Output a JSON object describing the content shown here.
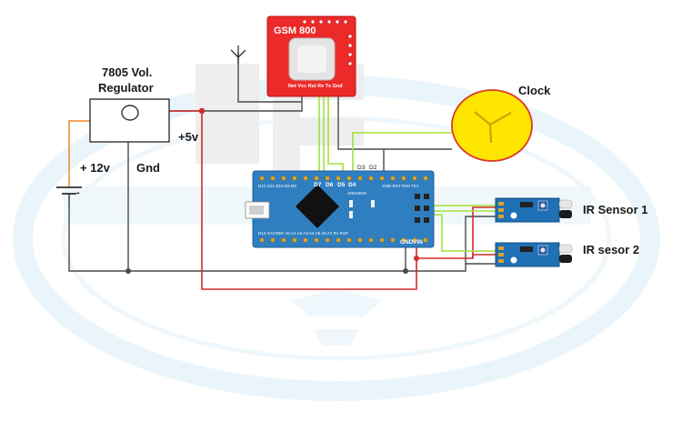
{
  "regulator": {
    "line1": "7805 Vol.",
    "line2": "Regulator",
    "out_label": "+5v"
  },
  "battery": {
    "voltage_label": "+ 12v",
    "gnd_label": "Gnd",
    "minus_label": "-"
  },
  "gsm": {
    "title": "GSM 800",
    "pins": "Net Vcc Rst Rx Tx Gnd"
  },
  "arduino": {
    "pin_labels": {
      "d7": "D7",
      "d6": "D6",
      "d5": "D5",
      "d4": "D4",
      "d3": "D3",
      "d2": "D2",
      "gnd": "GND",
      "vin": "VIN"
    },
    "top_header": "D12 D11 D10 D9 D8",
    "top_right_header": "GND RST RX0 TX1",
    "bottom_header": "D13 3V3 REF A0 A1 A2 A3 A4 A5 A6 A7 5V RST",
    "brand": "ARDUINO"
  },
  "clock": {
    "label": "Clock"
  },
  "ir1": {
    "label": "IR Sensor 1"
  },
  "ir2": {
    "label": "IR sesor 2"
  },
  "colors": {
    "wire_red": "#d42a2a",
    "wire_green": "#a4e03a",
    "wire_dark": "#4a4a4a",
    "board": "#2f7fc0",
    "gsm": "#ec2a2a",
    "clock_face": "#ffe600"
  }
}
